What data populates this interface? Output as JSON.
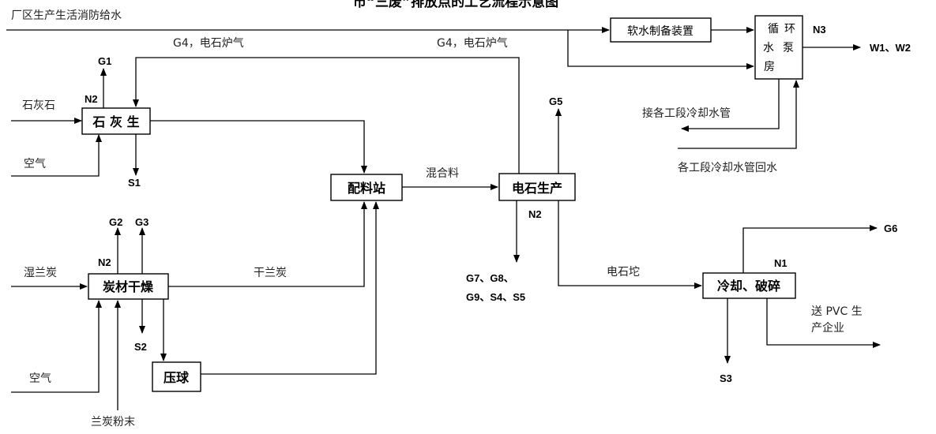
{
  "title": "市“三废”排放点的工艺流程示意图",
  "nodes": {
    "lime": "石 灰 生",
    "batching": "配料站",
    "carbide": "电石生产",
    "dryer": "炭材干燥",
    "pellet": "压球",
    "cooling": "冷却、破碎",
    "softener": "软水制备装置",
    "pump": [
      "循",
      "环",
      "水",
      "泵",
      "房"
    ]
  },
  "labels": {
    "plant_water": "厂区生产生活消防给水",
    "limestone": "石灰石",
    "air1": "空气",
    "wet_coal": "湿兰炭",
    "air2": "空气",
    "coal_powder": "兰炭粉末",
    "dry_coal": "干兰炭",
    "mix": "混合料",
    "carbide_lump": "电石坨",
    "furnace_gas1": "G4，电石炉气",
    "furnace_gas2": "G4，电石炉气",
    "to_cooling": "接各工段冷却水管",
    "return_cooling": "各工段冷却水管回水",
    "pvc1": "送 PVC 生",
    "pvc2": "产企业"
  },
  "codes": {
    "g1": "G1",
    "n2a": "N2",
    "s1": "S1",
    "g2": "G2",
    "g3": "G3",
    "n2b": "N2",
    "s2": "S2",
    "g5": "G5",
    "n2c": "N2",
    "g789a": "G7、G8、",
    "g789b": "G9、S4、S5",
    "g6": "G6",
    "n1": "N1",
    "s3": "S3",
    "n3": "N3",
    "w12": "W1、W2"
  }
}
